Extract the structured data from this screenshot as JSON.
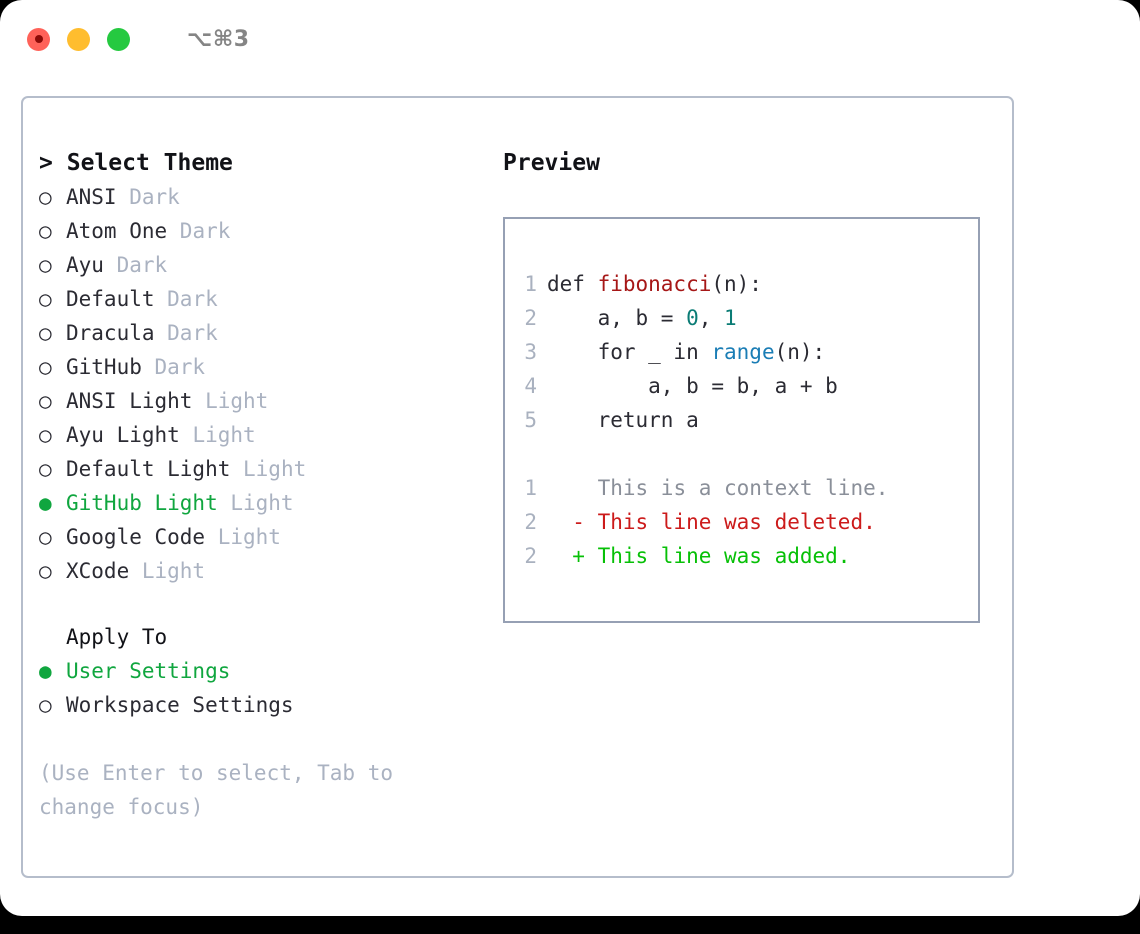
{
  "window": {
    "shortcut": "⌥⌘3",
    "traffic_lights": [
      {
        "name": "close",
        "color": "#ff6259"
      },
      {
        "name": "minimize",
        "color": "#ffbd2e"
      },
      {
        "name": "maximize",
        "color": "#25c940"
      }
    ]
  },
  "theme_picker": {
    "caret": ">",
    "title": "Select Theme",
    "bullet_selected": "●",
    "bullet_unselected": "○",
    "items": [
      {
        "label": "ANSI",
        "category": "Dark",
        "selected": false
      },
      {
        "label": "Atom One",
        "category": "Dark",
        "selected": false
      },
      {
        "label": "Ayu",
        "category": "Dark",
        "selected": false
      },
      {
        "label": "Default",
        "category": "Dark",
        "selected": false
      },
      {
        "label": "Dracula",
        "category": "Dark",
        "selected": false
      },
      {
        "label": "GitHub",
        "category": "Dark",
        "selected": false
      },
      {
        "label": "ANSI Light",
        "category": "Light",
        "selected": false
      },
      {
        "label": "Ayu Light",
        "category": "Light",
        "selected": false
      },
      {
        "label": "Default Light",
        "category": "Light",
        "selected": false
      },
      {
        "label": "GitHub Light",
        "category": "Light",
        "selected": true
      },
      {
        "label": "Google Code",
        "category": "Light",
        "selected": false
      },
      {
        "label": "XCode",
        "category": "Light",
        "selected": false
      }
    ]
  },
  "apply_to": {
    "heading": "Apply To",
    "items": [
      {
        "label": "User Settings",
        "selected": true
      },
      {
        "label": "Workspace Settings",
        "selected": false
      }
    ]
  },
  "hint": "(Use Enter to select, Tab to change focus)",
  "preview": {
    "title": "Preview",
    "code_lines": [
      {
        "num": "1",
        "parts": [
          {
            "t": "def ",
            "k": "plain"
          },
          {
            "t": "fibonacci",
            "k": "fn"
          },
          {
            "t": "(n):",
            "k": "plain"
          }
        ]
      },
      {
        "num": "2",
        "parts": [
          {
            "t": "    a, b = ",
            "k": "plain"
          },
          {
            "t": "0",
            "k": "num"
          },
          {
            "t": ", ",
            "k": "plain"
          },
          {
            "t": "1",
            "k": "num"
          }
        ]
      },
      {
        "num": "3",
        "parts": [
          {
            "t": "    for _ in ",
            "k": "plain"
          },
          {
            "t": "range",
            "k": "call"
          },
          {
            "t": "(n):",
            "k": "plain"
          }
        ]
      },
      {
        "num": "4",
        "parts": [
          {
            "t": "        a, b = b, a + b",
            "k": "plain"
          }
        ]
      },
      {
        "num": "5",
        "parts": [
          {
            "t": "    return a",
            "k": "plain"
          }
        ]
      }
    ],
    "diff_lines": [
      {
        "num": "1",
        "marker": " ",
        "text": " This is a context line.",
        "kind": "ctx"
      },
      {
        "num": "2",
        "marker": "-",
        "text": " This line was deleted.",
        "kind": "del"
      },
      {
        "num": "2",
        "marker": "+",
        "text": " This line was added.",
        "kind": "add"
      }
    ]
  },
  "colors": {
    "accent_green": "#10a63f",
    "diff_add": "#07c007",
    "diff_del": "#cc1b1b",
    "muted": "#aab2c1",
    "fn_red": "#a61717",
    "num_teal": "#0b7c75",
    "call_blue": "#1a7db5"
  }
}
